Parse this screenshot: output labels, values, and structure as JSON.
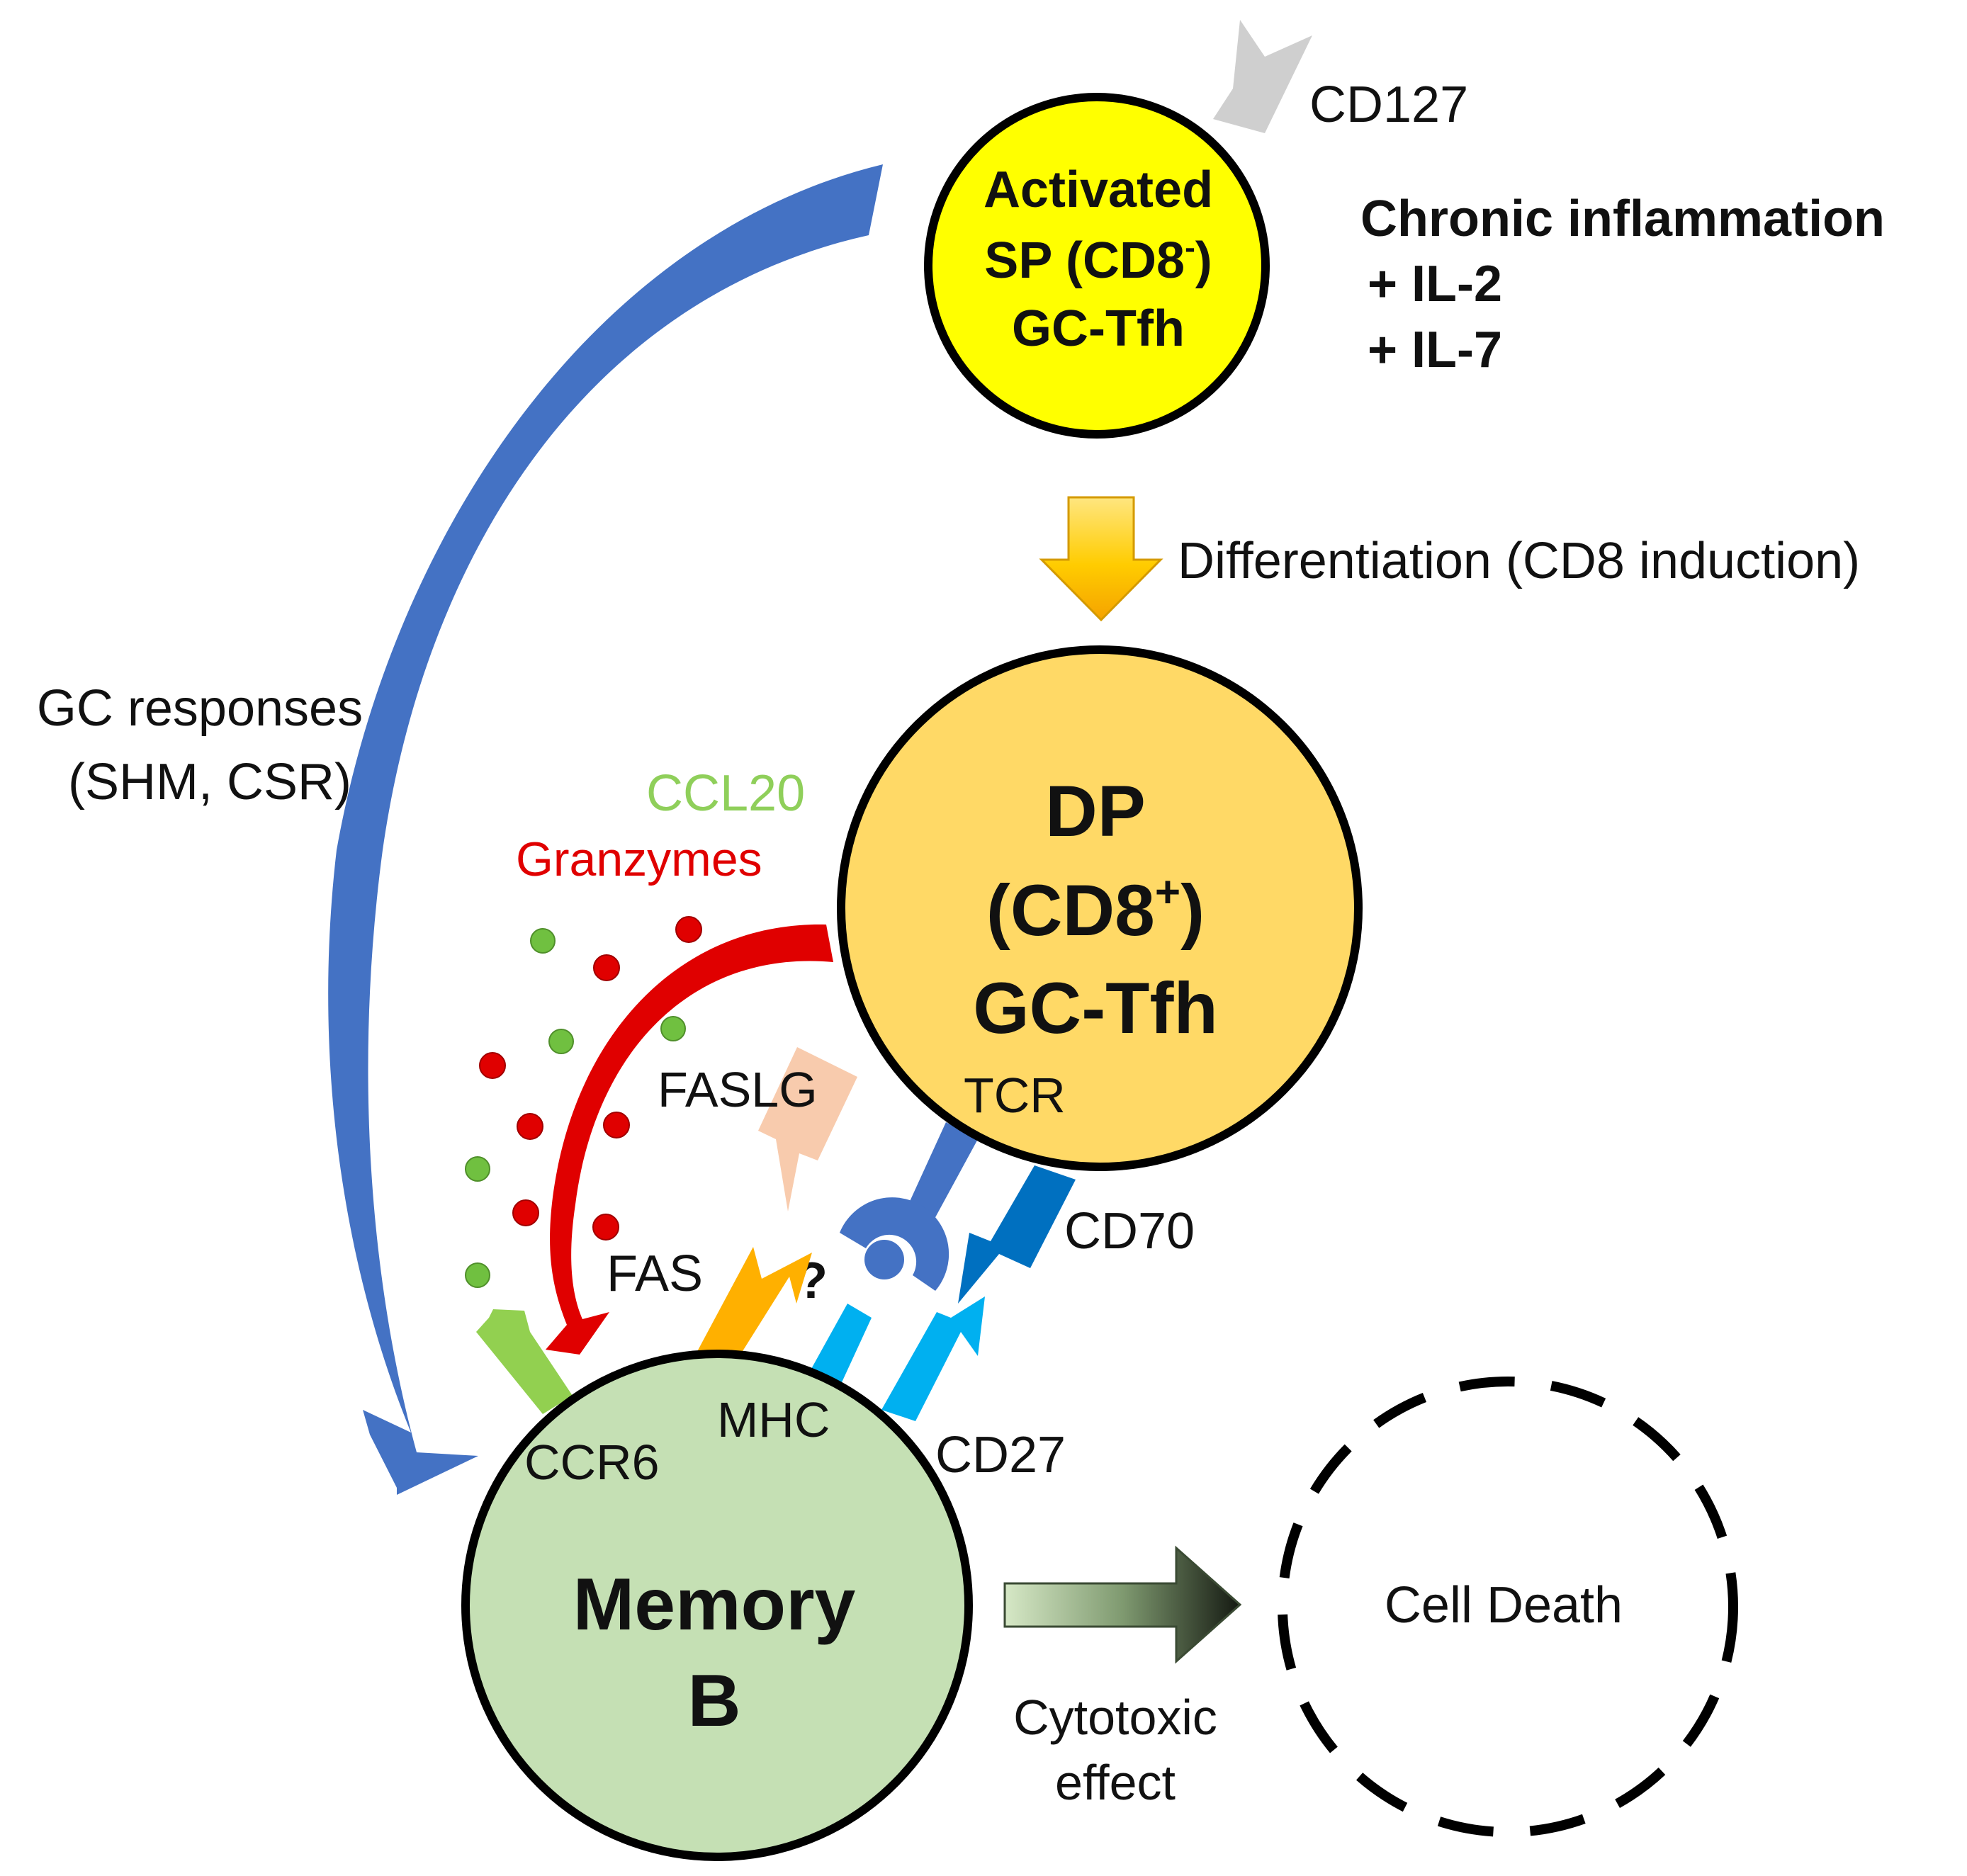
{
  "cells": {
    "sp": {
      "line1": "Activated",
      "line2_main": "SP (CD8",
      "line2_sup": "-",
      "line2_end": ")",
      "line3": "GC-Tfh",
      "fill": "#FFFF00"
    },
    "dp": {
      "line1": "DP",
      "line2_main": "(CD8",
      "line2_sup": "+",
      "line2_end": ")",
      "line3": "GC-Tfh",
      "fill": "#FFD966"
    },
    "memory_b": {
      "line1": "Memory",
      "line2": "B",
      "fill": "#C5E0B4"
    },
    "cell_death": {
      "label": "Cell Death"
    }
  },
  "labels": {
    "cd127": "CD127",
    "chronic_inflammation": "Chronic inflammation",
    "il2": "+ IL-2",
    "il7": "+ IL-7",
    "differentiation": "Differentiation (CD8 induction)",
    "gc_responses_1": "GC responses",
    "gc_responses_2": "(SHM, CSR)",
    "ccl20": "CCL20",
    "granzymes": "Granzymes",
    "faslg": "FASLG",
    "tcr": "TCR",
    "cd70": "CD70",
    "fas": "FAS",
    "question": "?",
    "mhc": "MHC",
    "ccr6": "CCR6",
    "cd27": "CD27",
    "cytotoxic_1": "Cytotoxic",
    "cytotoxic_2": "effect"
  },
  "colors": {
    "gc_arrow": "#4472C4",
    "granzyme_arrow": "#E00000",
    "ccl20_text": "#8FCF5A",
    "granzymes_text": "#E00000",
    "ccl20_dots": "#70C040",
    "granzyme_dots": "#E00000",
    "cd127_receptor": "#CFCFCF",
    "faslg": "#F8CBAD",
    "fas": "#FFB000",
    "tcr_stalk": "#4472C4",
    "mhc": "#00B0F0",
    "cd70": "#0070C0",
    "cd27": "#00B0F0",
    "ccr6": "#92D050"
  }
}
